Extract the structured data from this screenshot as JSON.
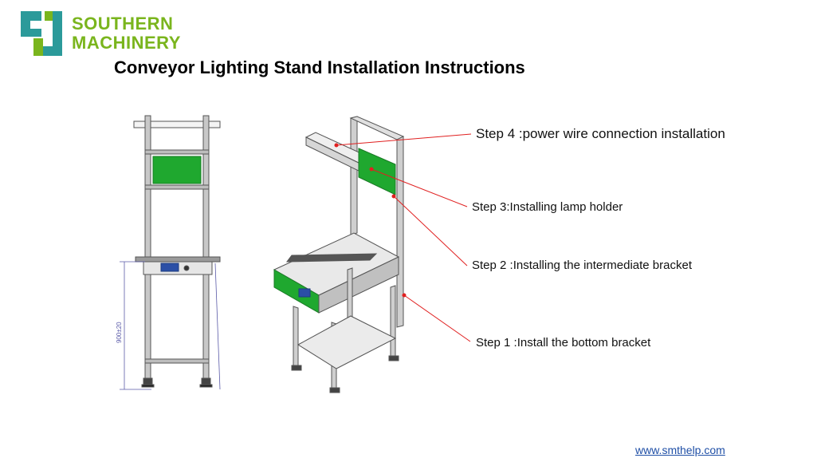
{
  "brand": {
    "line1": "SOUTHERN",
    "line2": "MACHINERY",
    "logo_color": "#2b9a9a",
    "text_color": "#7ab51d"
  },
  "title": "Conveyor Lighting Stand Installation Instructions",
  "steps": {
    "step4": "Step 4 :power wire connection installation",
    "step3": "Step 3:Installing lamp holder",
    "step2": "Step 2 :Installing the intermediate bracket",
    "step1": "Step 1 :Install the bottom bracket"
  },
  "dimension": "900±20",
  "url": "www.smthelp.com",
  "colors": {
    "panel": "#1fa82f",
    "leader": "#e02020",
    "frame": "#8a8a8a"
  }
}
